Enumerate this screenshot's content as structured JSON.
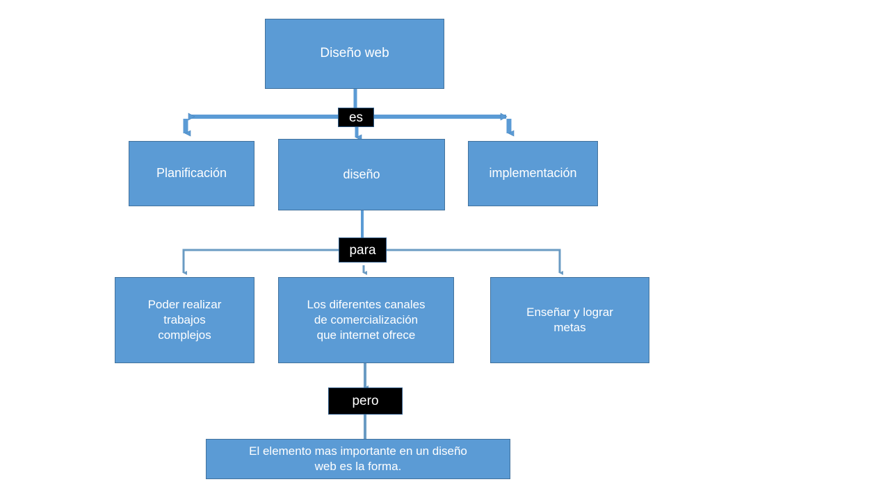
{
  "diagram": {
    "type": "concept-map",
    "language": "es",
    "colors": {
      "node_fill": "#5B9BD5",
      "node_border": "#41719C",
      "node_text": "#FFFFFF",
      "linker_fill": "#000000",
      "linker_text": "#FFFFFF",
      "connector": "#5B9BD5",
      "connector_thin": "#6A9BC3",
      "background": "#FFFFFF"
    },
    "root": {
      "label": "Diseño web"
    },
    "linkers": [
      {
        "id": "es",
        "label": "es"
      },
      {
        "id": "para",
        "label": "para"
      },
      {
        "id": "pero",
        "label": "pero"
      }
    ],
    "level_one": [
      {
        "id": "planificacion",
        "label": "Planificación"
      },
      {
        "id": "diseno",
        "label": "diseño"
      },
      {
        "id": "implementacion",
        "label": "implementación"
      }
    ],
    "level_two": [
      {
        "id": "trabajos",
        "lines": [
          "Poder realizar",
          "trabajos",
          "complejos"
        ]
      },
      {
        "id": "canales",
        "lines": [
          "Los diferentes canales",
          "de comercialización",
          "que internet ofrece"
        ]
      },
      {
        "id": "metas",
        "lines": [
          "Enseñar y lograr",
          "metas"
        ]
      }
    ],
    "conclusion": {
      "id": "forma",
      "lines": [
        "El elemento mas importante en un diseño",
        "web es la forma."
      ]
    }
  }
}
